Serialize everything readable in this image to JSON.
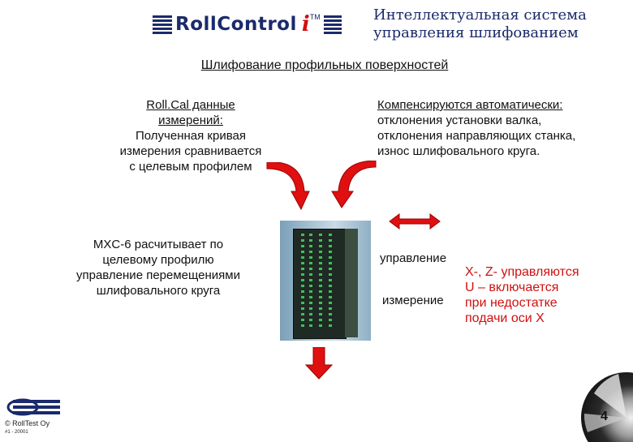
{
  "header": {
    "logo_text": "RollControl",
    "logo_i": "i",
    "logo_tm": "TM",
    "title_line1": "Интеллектуальная система",
    "title_line2": "управления шлифованием"
  },
  "subtitle": "Шлифование профильных поверхностей",
  "left_top_text": [
    "Roll.Cal  данные",
    "измерений:",
    "Полученная кривая",
    "измерения сравнивается",
    "с целевым профилем"
  ],
  "right_top_text": [
    "Компенсируются автоматически:",
    "отклонения установки валка,",
    "отклонения направляющих станка,",
    "износ шлифовального круга."
  ],
  "mxc_text": [
    "MXC-6 расчитывает по",
    "целевому профилю",
    "управление перемещениями",
    "шлифовального круга"
  ],
  "control_label": "управление",
  "measure_label": "измерение",
  "red_text": [
    "X-, Z- управляются",
    "U – включается",
    "при недостатке",
    "подачи оси X"
  ],
  "footer": {
    "copyright": "© RollTest Oy",
    "code": "#1 - 20001",
    "page_number": "4"
  },
  "colors": {
    "brand": "#1a2a6c",
    "accent_red": "#d01010"
  },
  "icons": [
    "curved-arrow-down-right-icon",
    "curved-arrow-up-left-icon",
    "double-arrow-horizontal-icon",
    "arrow-down-icon",
    "rolltest-logo-icon",
    "disc-icon"
  ]
}
